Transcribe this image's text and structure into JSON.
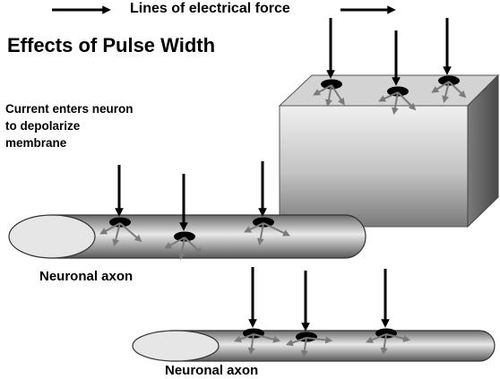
{
  "title": "Effects of Pulse Width",
  "legend_label": "Lines of electrical force",
  "annotation": [
    "Current enters neuron",
    "to depolarize",
    "membrane"
  ],
  "axon_labels": [
    "Neuronal axon",
    "Neuronal axon"
  ],
  "colors": {
    "arrow": "#000000",
    "small_arrow": "#7a7a7a",
    "axon_cut_face": "#e6e6e6",
    "block_top": "#d3d3d3"
  }
}
